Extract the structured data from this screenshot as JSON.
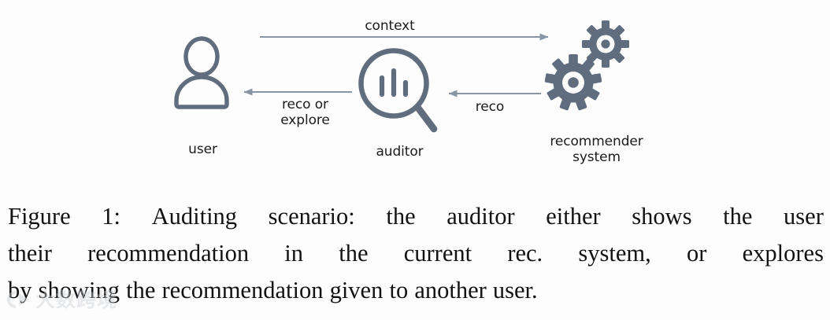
{
  "figure": {
    "nodes": [
      {
        "id": "user",
        "label": "user",
        "icon": "person-icon"
      },
      {
        "id": "auditor",
        "label": "auditor",
        "icon": "magnifier-chart-icon"
      },
      {
        "id": "recsys",
        "label": "recommender\nsystem",
        "icon": "gears-icon"
      }
    ],
    "edges": [
      {
        "id": "context",
        "label": "context",
        "from": "user",
        "to": "recsys",
        "direction": "right"
      },
      {
        "id": "reco-explore",
        "label": "reco or\nexplore",
        "from": "auditor",
        "to": "user",
        "direction": "left"
      },
      {
        "id": "reco",
        "label": "reco",
        "from": "recsys",
        "to": "auditor",
        "direction": "left"
      }
    ],
    "colors": {
      "icon_stroke": "#5f6d7e",
      "arrow": "#8795a5",
      "label_text": "#1b1b1b",
      "caption_text": "#131313",
      "background": "#fdfdfd"
    }
  },
  "caption": {
    "lines": [
      "Figure 1: Auditing scenario: the auditor either shows the user",
      "their recommendation in the current rec. system, or explores",
      "by showing the recommendation given to another user."
    ],
    "full_text": "Figure 1: Auditing scenario: the auditor either shows the user their recommendation in the current rec. system, or explores by showing the recommendation given to another user."
  },
  "watermark": {
    "text": "大数跨境",
    "color": "#c9ccd2"
  }
}
